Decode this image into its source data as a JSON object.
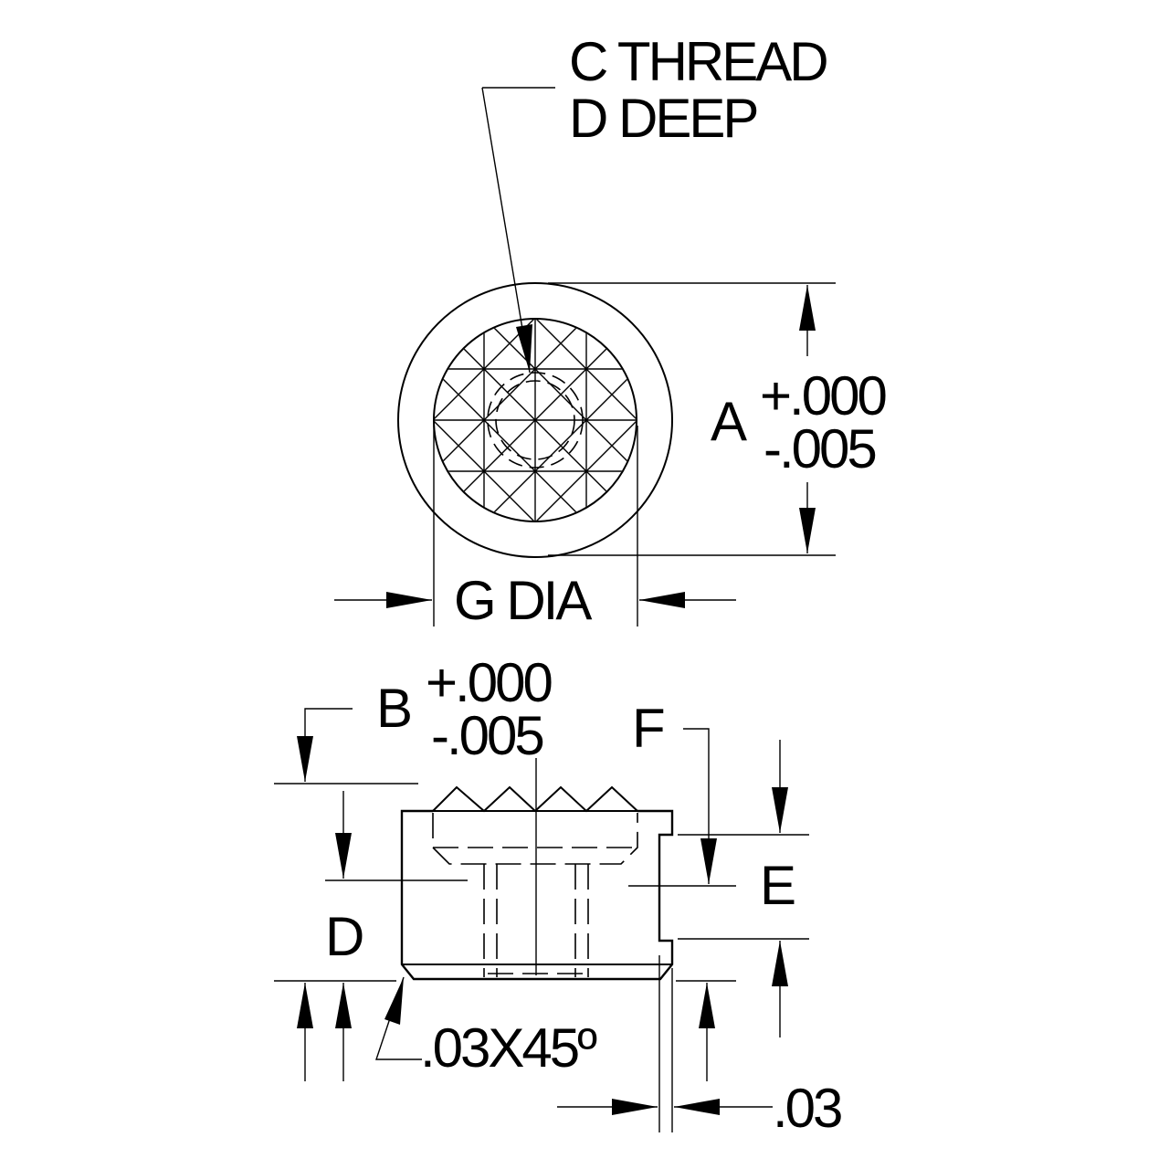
{
  "labels": {
    "c_thread": "C THREAD",
    "d_deep": "D DEEP",
    "a": "A",
    "a_plus": "+.000",
    "a_minus": "-.005",
    "g_dia": "G DIA",
    "b": "B",
    "b_plus": "+.000",
    "b_minus": "-.005",
    "f": "F",
    "e": "E",
    "d": "D",
    "chamfer": ".03X45º",
    "gap": ".03"
  },
  "colors": {
    "line": "#000000",
    "background": "#ffffff"
  }
}
